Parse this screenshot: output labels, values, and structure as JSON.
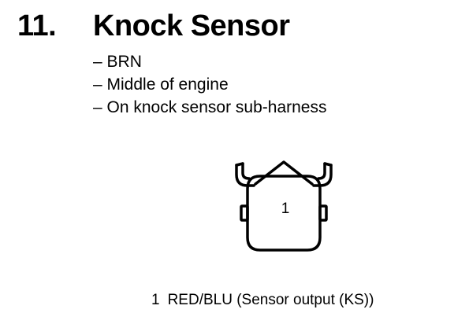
{
  "section": {
    "number": "11.",
    "title": "Knock Sensor"
  },
  "details": [
    "BRN",
    "Middle of engine",
    "On knock sensor sub-harness"
  ],
  "connector": {
    "pin_label": "1",
    "icon": "connector-face-icon"
  },
  "pinout": [
    {
      "pin": "1",
      "description": "RED/BLU (Sensor output (KS))"
    }
  ]
}
